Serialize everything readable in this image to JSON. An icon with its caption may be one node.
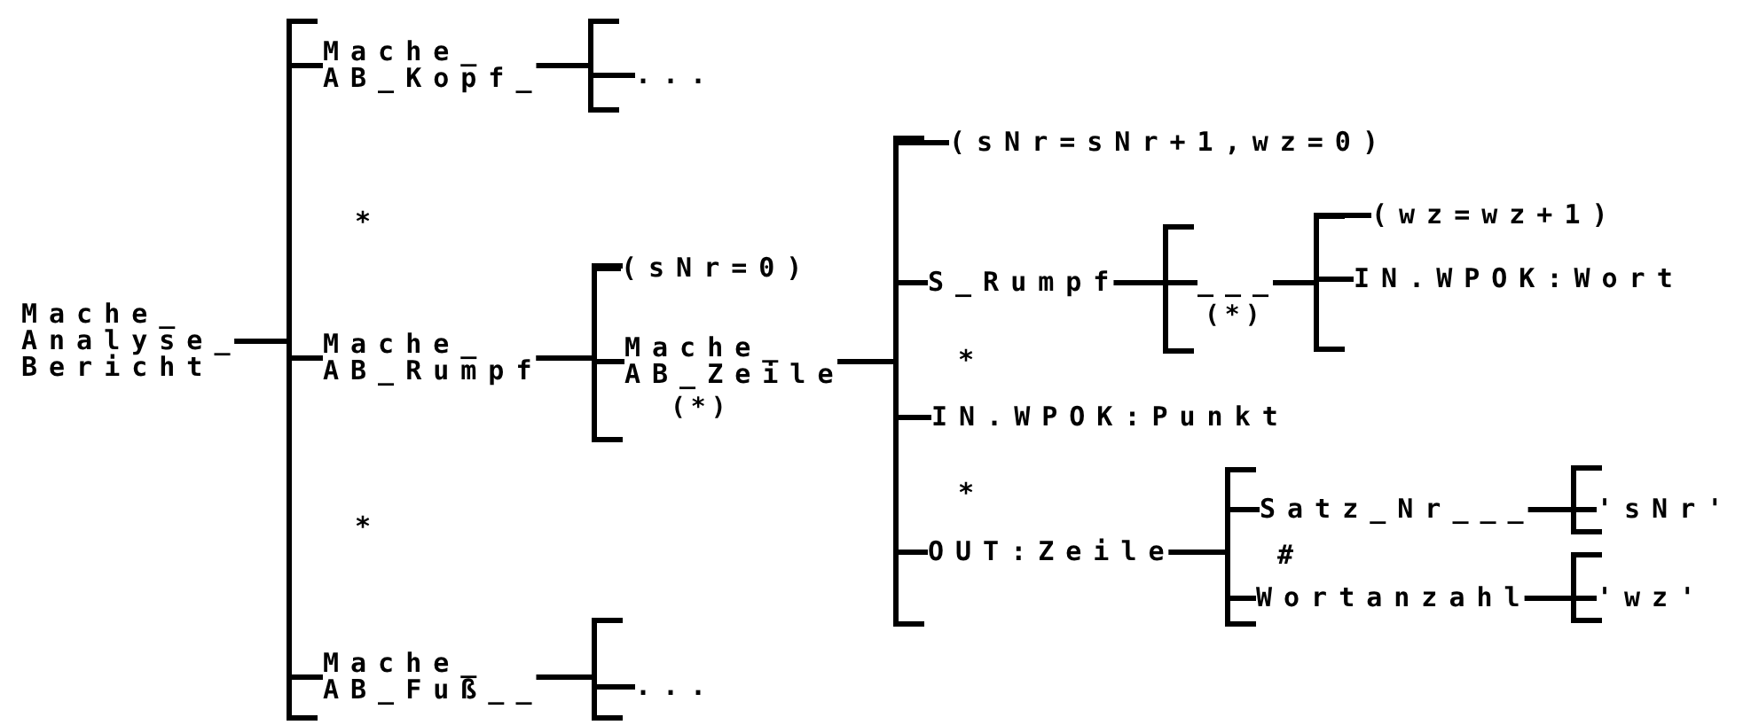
{
  "diagram": {
    "nodes": [
      {
        "text": [
          "Mache_ Analyse_ Bericht"
        ]
      },
      {
        "text": [
          "Mache_ AB_Kopf_"
        ]
      },
      {
        "text": [
          "..."
        ]
      },
      {
        "text": [
          "Mache_ AB_Rumpf"
        ]
      },
      {
        "text": [
          "(sNr=0)"
        ]
      },
      {
        "text": [
          "Mache_ AB_Zeile"
        ],
        "beside": [
          "(*)"
        ]
      },
      {
        "text": [
          "(sNr=sNr+1,wz=0)"
        ]
      },
      {
        "text": [
          "S_Rumpf"
        ]
      },
      {
        "text": [
          "___"
        ],
        "beside": [
          "(*)"
        ]
      },
      {
        "text": [
          "(wz=wz+1)"
        ]
      },
      {
        "text": [
          "IN.WPOK:Wort"
        ]
      },
      {
        "text": [
          "IN.WPOK:Punkt"
        ]
      },
      {
        "text": [
          "OUT:Zeile"
        ]
      },
      {
        "text": [
          "Satz_Nr___"
        ]
      },
      {
        "text": [
          "'sNr'"
        ]
      },
      {
        "text": [
          "Wortanzahl"
        ]
      },
      {
        "text": [
          "'wz'"
        ]
      },
      {
        "text": [
          "Mache_ AB_Fuß__"
        ]
      },
      {
        "text": [
          "..."
        ]
      }
    ],
    "edges": [
      {
        "from": 0,
        "to": 1,
        "arrow": "none"
      },
      {
        "from": 0,
        "to": 3,
        "arrow": "none"
      },
      {
        "from": 0,
        "to": 17,
        "arrow": "none"
      },
      {
        "from": 1,
        "to": 2,
        "arrow": "none"
      },
      {
        "from": 3,
        "to": 4,
        "arrow": "none"
      },
      {
        "from": 3,
        "to": 5,
        "arrow": "none"
      },
      {
        "from": 5,
        "to": 6,
        "arrow": "none"
      },
      {
        "from": 5,
        "to": 7,
        "arrow": "none"
      },
      {
        "from": 5,
        "to": 11,
        "arrow": "none"
      },
      {
        "from": 5,
        "to": 12,
        "arrow": "none"
      },
      {
        "from": 7,
        "to": 8,
        "arrow": "none"
      },
      {
        "from": 8,
        "to": 9,
        "arrow": "none"
      },
      {
        "from": 8,
        "to": 10,
        "arrow": "none"
      },
      {
        "from": 12,
        "to": 13,
        "arrow": "none"
      },
      {
        "from": 12,
        "to": 15,
        "arrow": "none"
      },
      {
        "from": 13,
        "to": 14,
        "arrow": "none"
      },
      {
        "from": 15,
        "to": 16,
        "arrow": "none"
      },
      {
        "from": 17,
        "to": 18,
        "arrow": "none"
      }
    ],
    "labels": [
      "*",
      "*",
      "*",
      "*",
      "#"
    ]
  }
}
